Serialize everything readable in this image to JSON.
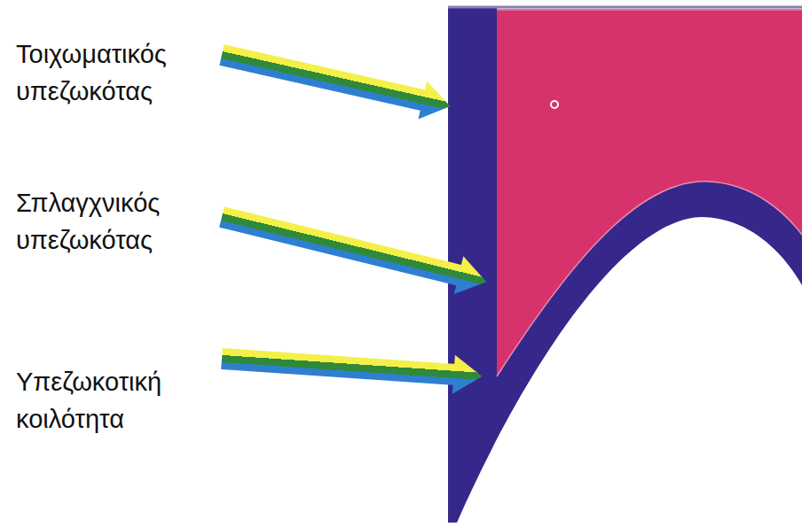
{
  "diagram": {
    "labels": [
      "Τοιχωματικός υπεζωκότας",
      "Σπλαγχνικός υπεζωκότας",
      "Υπεζωκοτική κοιλότητα"
    ]
  }
}
